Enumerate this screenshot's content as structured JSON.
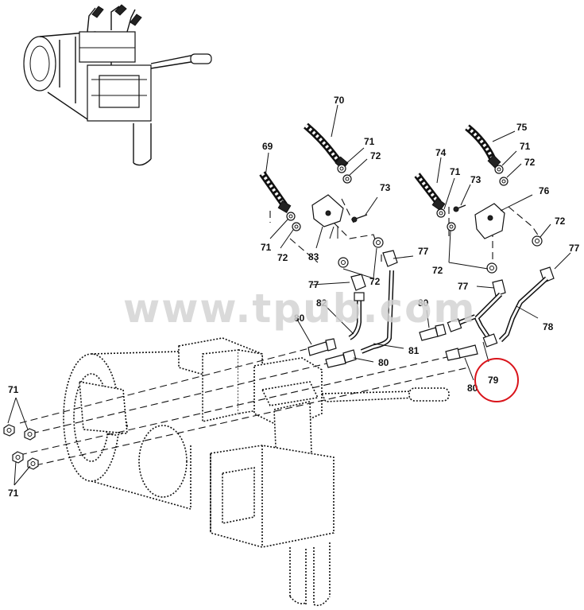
{
  "watermark": "www.tpub.com",
  "highlight": {
    "color": "#d9141b",
    "target": "79"
  },
  "callouts": [
    {
      "id": "c70",
      "text": "70"
    },
    {
      "id": "c69",
      "text": "69"
    },
    {
      "id": "c71a",
      "text": "71"
    },
    {
      "id": "c72a",
      "text": "72"
    },
    {
      "id": "c73a",
      "text": "73"
    },
    {
      "id": "c71b",
      "text": "71"
    },
    {
      "id": "c72b",
      "text": "72"
    },
    {
      "id": "c83",
      "text": "83"
    },
    {
      "id": "c77a",
      "text": "77"
    },
    {
      "id": "c77b",
      "text": "77"
    },
    {
      "id": "c72c",
      "text": "72"
    },
    {
      "id": "c82",
      "text": "82"
    },
    {
      "id": "c80a",
      "text": "80"
    },
    {
      "id": "c81",
      "text": "81"
    },
    {
      "id": "c80b",
      "text": "80"
    },
    {
      "id": "c80c",
      "text": "80"
    },
    {
      "id": "c74",
      "text": "74"
    },
    {
      "id": "c71c",
      "text": "71"
    },
    {
      "id": "c73b",
      "text": "73"
    },
    {
      "id": "c75",
      "text": "75"
    },
    {
      "id": "c71d",
      "text": "71"
    },
    {
      "id": "c72d",
      "text": "72"
    },
    {
      "id": "c76",
      "text": "76"
    },
    {
      "id": "c72e",
      "text": "72"
    },
    {
      "id": "c72f",
      "text": "72"
    },
    {
      "id": "c77c",
      "text": "77"
    },
    {
      "id": "c77d",
      "text": "77"
    },
    {
      "id": "c78",
      "text": "78"
    },
    {
      "id": "c79",
      "text": "79"
    },
    {
      "id": "c80d",
      "text": "80"
    },
    {
      "id": "c71e",
      "text": "71"
    },
    {
      "id": "c71f",
      "text": "71"
    }
  ]
}
